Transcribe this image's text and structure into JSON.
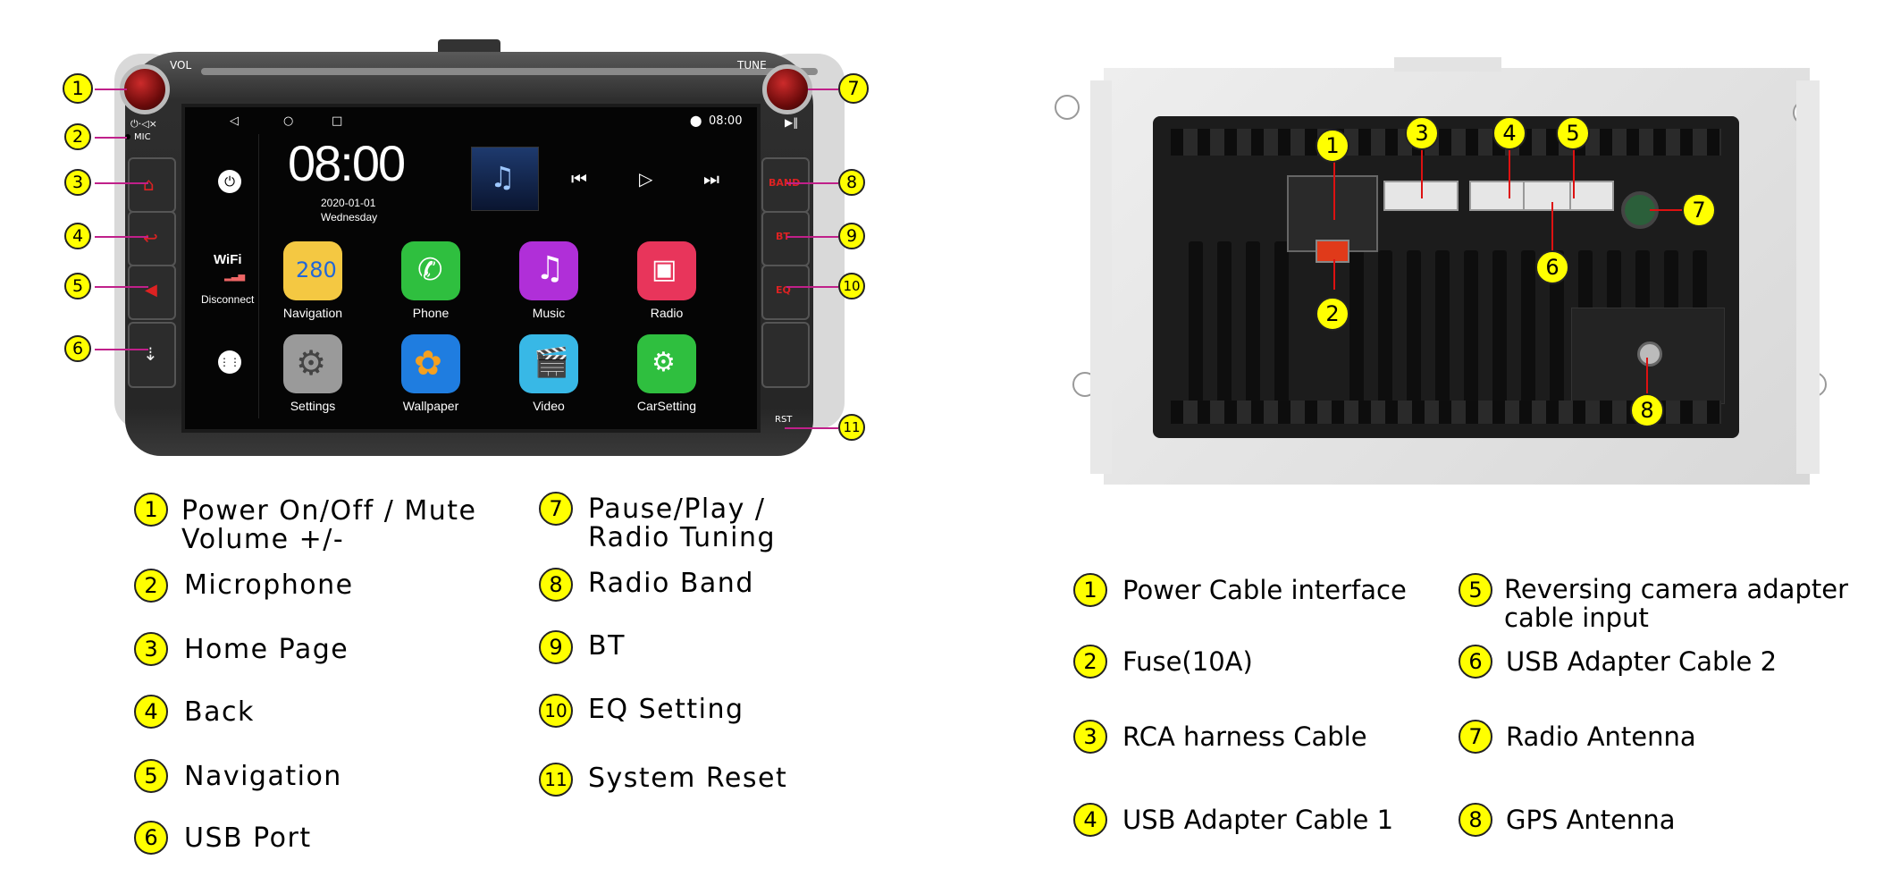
{
  "front": {
    "knob_left_label": "VOL",
    "knob_right_label": "TUNE",
    "mic_label": "MIC",
    "rst_label": "RST",
    "band_label": "BAND",
    "bt_label": "BT",
    "eq_label": "EQ",
    "screen": {
      "time_small": "08:00",
      "clock": "08:00",
      "date": "2020-01-01",
      "weekday": "Wednesday",
      "wifi": "WiFi",
      "wifi_status": "Disconnect",
      "apps": [
        {
          "label": "Navigation",
          "icon": "navigation-map-icon",
          "color": "#f4c842"
        },
        {
          "label": "Phone",
          "icon": "phone-icon",
          "color": "#2fbf3f"
        },
        {
          "label": "Music",
          "icon": "music-note-icon",
          "color": "#b02fd8"
        },
        {
          "label": "Radio",
          "icon": "radio-icon",
          "color": "#e8355b"
        },
        {
          "label": "Settings",
          "icon": "settings-gear-icon",
          "color": "#9a9a9a"
        },
        {
          "label": "Wallpaper",
          "icon": "wallpaper-flower-icon",
          "color": "#1f7de0"
        },
        {
          "label": "Video",
          "icon": "video-clapper-icon",
          "color": "#38b8e6"
        },
        {
          "label": "CarSetting",
          "icon": "car-setting-icon",
          "color": "#2fbf3f"
        }
      ]
    },
    "callouts": [
      "1",
      "2",
      "3",
      "4",
      "5",
      "6",
      "7",
      "8",
      "9",
      "10",
      "11"
    ]
  },
  "front_legend": [
    {
      "num": "1",
      "text": "Power On/Off / Mute",
      "text2": "Volume +/-"
    },
    {
      "num": "2",
      "text": "Microphone"
    },
    {
      "num": "3",
      "text": "Home Page"
    },
    {
      "num": "4",
      "text": "Back"
    },
    {
      "num": "5",
      "text": "Navigation"
    },
    {
      "num": "6",
      "text": "USB Port"
    },
    {
      "num": "7",
      "text": "Pause/Play /",
      "text2": "Radio Tuning"
    },
    {
      "num": "8",
      "text": "Radio Band"
    },
    {
      "num": "9",
      "text": "BT"
    },
    {
      "num": "10",
      "text": "EQ Setting"
    },
    {
      "num": "11",
      "text": "System Reset"
    }
  ],
  "rear": {
    "callouts": [
      "1",
      "2",
      "3",
      "4",
      "5",
      "6",
      "7",
      "8"
    ]
  },
  "rear_legend": [
    {
      "num": "1",
      "text": "Power Cable interface"
    },
    {
      "num": "2",
      "text": "Fuse(10A)"
    },
    {
      "num": "3",
      "text": "RCA harness Cable"
    },
    {
      "num": "4",
      "text": "USB Adapter Cable 1"
    },
    {
      "num": "5",
      "text": "Reversing camera adapter",
      "text2": "cable input"
    },
    {
      "num": "6",
      "text": "USB Adapter Cable 2"
    },
    {
      "num": "7",
      "text": "Radio Antenna"
    },
    {
      "num": "8",
      "text": "GPS Antenna"
    }
  ],
  "colors": {
    "callout_fill": "#ffff00",
    "lead_front": "#c0208a",
    "lead_rear": "#dd1111"
  }
}
